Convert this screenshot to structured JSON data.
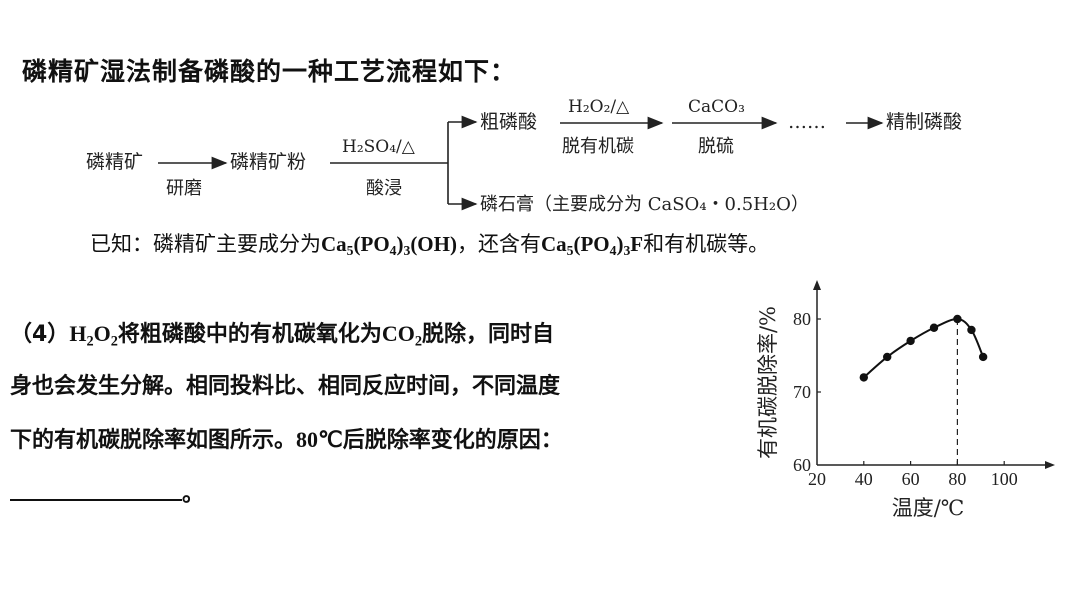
{
  "title": "磷精矿湿法制备磷酸的一种工艺流程如下：",
  "flow": {
    "ore": "磷精矿",
    "grind": "研磨",
    "powder": "磷精矿粉",
    "leach_reagent": "H₂SO₄/△",
    "leach": "酸浸",
    "crude_acid": "粗磷酸",
    "step1_reagent": "H₂O₂/△",
    "step1": "脱有机碳",
    "step2_reagent": "CaCO₃",
    "step2": "脱硫",
    "dots": "……",
    "product": "精制磷酸",
    "byproduct": "磷石膏（主要成分为 CaSO₄・0.5H₂O）"
  },
  "known": {
    "prefix": "已知：磷精矿主要成分为",
    "f1_a": "Ca",
    "f1_b": "5",
    "f1_c": "(PO",
    "f1_d": "4",
    "f1_e": ")",
    "f1_f": "3",
    "f1_g": "(OH)",
    "mid": "，还含有",
    "f2_a": "Ca",
    "f2_b": "5",
    "f2_c": "(PO",
    "f2_d": "4",
    "f2_e": ")",
    "f2_f": "3",
    "f2_g": "F",
    "suffix": "和有机碳等。"
  },
  "question": {
    "num": "（4）",
    "h": "H",
    "h_sub": "2",
    "o": "O",
    "o_sub": "2",
    "part1": "将粗磷酸中的有机碳氧化为",
    "co": "CO",
    "co_sub": "2",
    "part2": "脱除，同时自",
    "line2": "身也会发生分解。相同投料比、相同反应时间，不同温度",
    "line3_a": "下的有机碳脱除率如图所示。",
    "line3_temp": "80℃",
    "line3_b": "后脱除率变化的原因：",
    "end": "。"
  },
  "chart_data": {
    "type": "line",
    "x": [
      40,
      50,
      60,
      70,
      80,
      86,
      91
    ],
    "y": [
      72,
      74.8,
      77,
      78.8,
      80,
      78.5,
      74.8
    ],
    "xlabel": "温度/℃",
    "ylabel": "有机碳脱除率/%",
    "xticks": [
      "20",
      "40",
      "60",
      "80",
      "100"
    ],
    "yticks": [
      "60",
      "70",
      "80"
    ],
    "xlim": [
      20,
      105
    ],
    "ylim": [
      60,
      84
    ],
    "marker_line_x": 80
  }
}
